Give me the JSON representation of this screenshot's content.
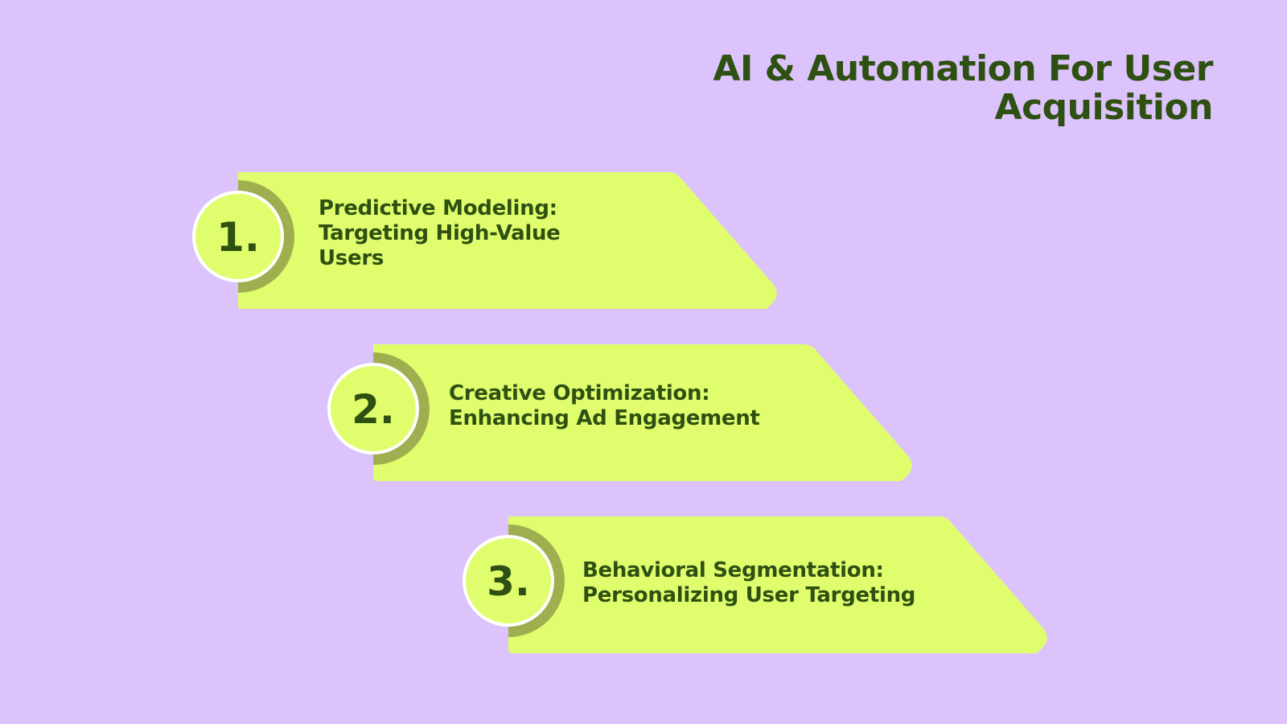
{
  "colors": {
    "background": "#dcc3fc",
    "banner_fill": "#e0fd6e",
    "arc": "#9fae4f",
    "circle_border": "#ffffff",
    "text": "#2e5010"
  },
  "title": {
    "line1": "AI & Automation For User",
    "line2": "Acquisition"
  },
  "steps": [
    {
      "number": "1.",
      "lines": [
        "Predictive Modeling:",
        "Targeting High-Value",
        "Users"
      ]
    },
    {
      "number": "2.",
      "lines": [
        "Creative Optimization:",
        "Enhancing Ad Engagement"
      ]
    },
    {
      "number": "3.",
      "lines": [
        "Behavioral Segmentation:",
        "Personalizing User Targeting"
      ]
    }
  ]
}
